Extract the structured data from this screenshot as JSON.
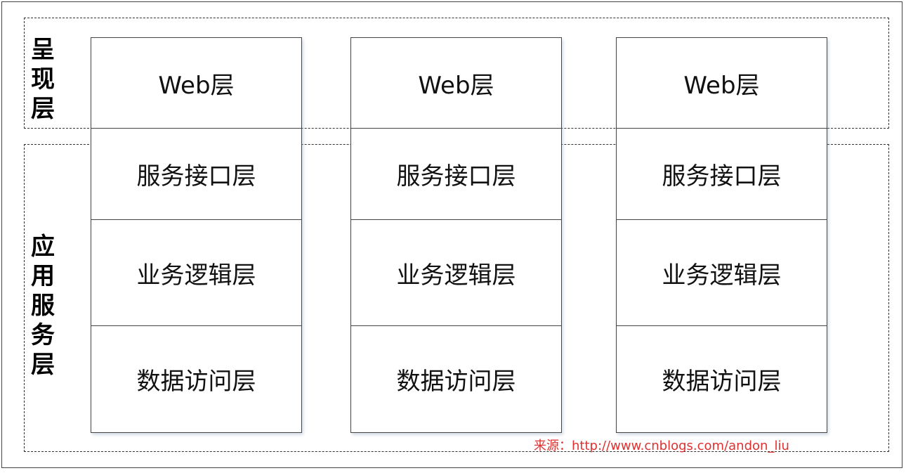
{
  "regions": {
    "presentation_label": "呈现层",
    "application_label": "应用服务层"
  },
  "stacks": [
    {
      "web": "Web层",
      "service": "服务接口层",
      "logic": "业务逻辑层",
      "data": "数据访问层"
    },
    {
      "web": "Web层",
      "service": "服务接口层",
      "logic": "业务逻辑层",
      "data": "数据访问层"
    },
    {
      "web": "Web层",
      "service": "服务接口层",
      "logic": "业务逻辑层",
      "data": "数据访问层"
    }
  ],
  "source": "来源：http://www.cnblogs.com/andon_liu",
  "colors": {
    "source_text": "#e03030",
    "border": "#444444"
  }
}
